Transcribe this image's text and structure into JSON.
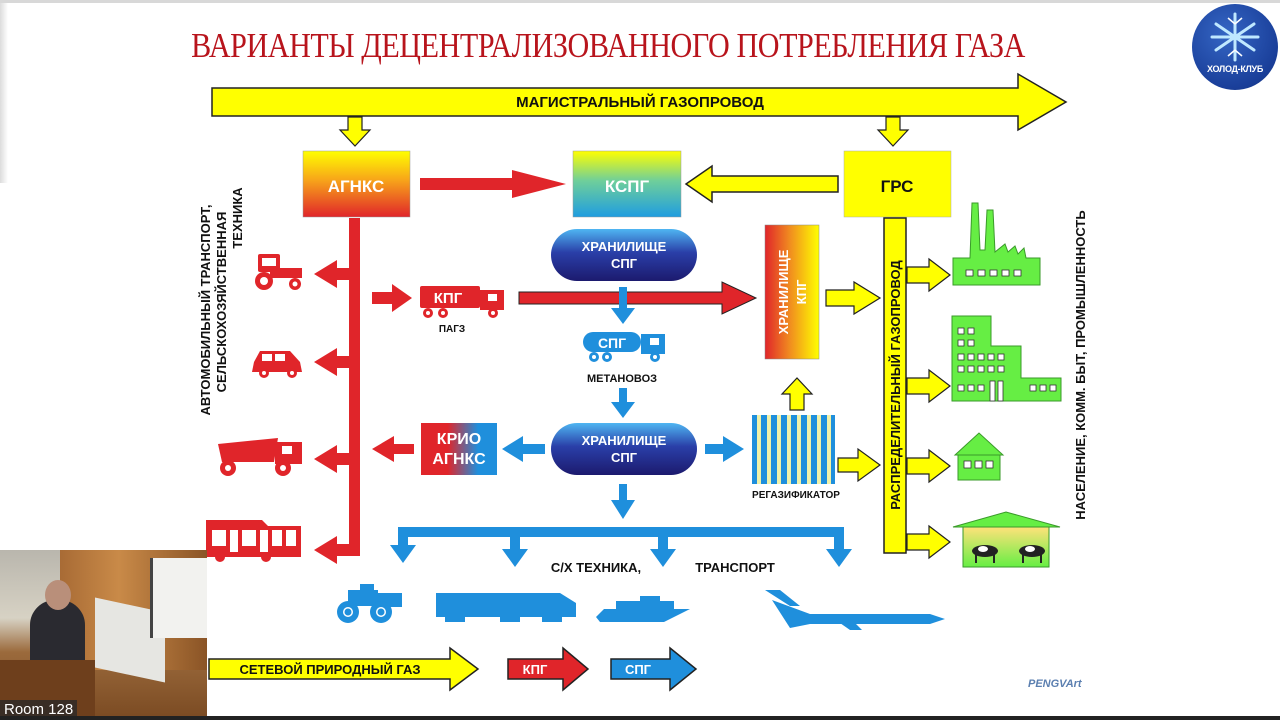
{
  "slide": {
    "title": "ВАРИАНТЫ ДЕЦЕНТРАЛИЗОВАННОГО ПОТРЕБЛЕНИЯ ГАЗА",
    "logo_text": "ХОЛОД-КЛУБ",
    "credit": "PENGVArt"
  },
  "diagram": {
    "main_pipeline": "МАГИСТРАЛЬНЫЙ  ГАЗОПРОВОД",
    "nodes": {
      "agnks": "АГНКС",
      "kspg": "КСПГ",
      "grs": "ГРС",
      "lng_storage_top": [
        "ХРАНИЛИЩЕ",
        "СПГ"
      ],
      "lng_storage_mid": [
        "ХРАНИЛИЩЕ",
        "СПГ"
      ],
      "cng_storage": [
        "ХРАНИЛИЩЕ",
        "КПГ"
      ],
      "crio_agnks": [
        "КРИО",
        "АГНКС"
      ],
      "regasifier": "РЕГАЗИФИКАТОР",
      "distribution_pipeline": "РАСПРЕДЕЛИТЕЛЬНЫЙ  ГАЗОПРОВОД"
    },
    "vehicles": {
      "pagz_cargo": "КПГ",
      "pagz_label": "ПАГЗ",
      "methane_truck_cargo": "СПГ",
      "methane_truck_label": "МЕТАНОВОЗ"
    },
    "left_side_label": [
      "АВТОМОБИЛЬНЫЙ  ТРАНСПОРТ,",
      "СЕЛЬСКОХОЗЯЙСТВЕННАЯ",
      "ТЕХНИКА"
    ],
    "right_side_label": "НАСЕЛЕНИЕ, КОММ. БЫТ, ПРОМЫШЛЕННОСТЬ",
    "bottom_label_1": "С/Х ТЕХНИКА,",
    "bottom_label_2": "ТРАНСПОРТ",
    "legend": [
      {
        "label": "СЕТЕВОЙ ПРИРОДНЫЙ ГАЗ",
        "color": "#ffff00"
      },
      {
        "label": "КПГ",
        "color": "#e0252a"
      },
      {
        "label": "СПГ",
        "color": "#1f8fdc"
      }
    ],
    "colors": {
      "natural_gas": "#ffff00",
      "cng": "#e0252a",
      "lng": "#1f8fdc",
      "consumers": "#66ee44"
    }
  },
  "video_overlay": {
    "room_label": "Room 128"
  }
}
